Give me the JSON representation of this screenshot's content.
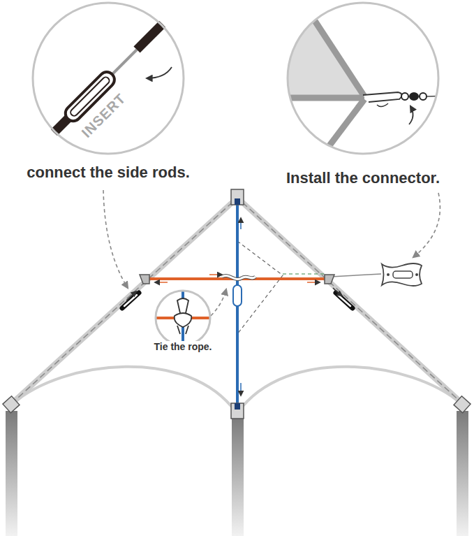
{
  "diagram": {
    "nodes": [
      {
        "text": [
          "INSERT",
          "connect the side rods."
        ]
      },
      {
        "text": [
          "Install the connector."
        ]
      },
      {
        "text": [
          "Tie the rope."
        ]
      }
    ]
  }
}
